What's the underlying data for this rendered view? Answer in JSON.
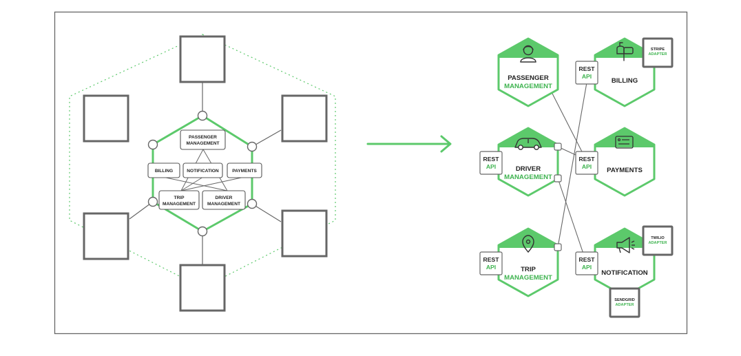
{
  "colors": {
    "accent": "#5cc96b",
    "accent_text": "#3db34e",
    "box_border": "#666666",
    "line": "#666666",
    "frame": "#666666"
  },
  "monolith": {
    "modules": [
      {
        "line1": "PASSENGER",
        "line2": "MANAGEMENT"
      },
      {
        "line1": "BILLING"
      },
      {
        "line1": "NOTIFICATION"
      },
      {
        "line1": "PAYMENTS"
      },
      {
        "line1": "TRIP",
        "line2": "MANAGEMENT"
      },
      {
        "line1": "DRIVER",
        "line2": "MANAGEMENT"
      }
    ]
  },
  "microservices": {
    "services": [
      {
        "name1": "PASSENGER",
        "name2": "MANAGEMENT",
        "icon": "person-icon"
      },
      {
        "name1": "BILLING",
        "name2": "",
        "icon": "mailbox-icon"
      },
      {
        "name1": "DRIVER",
        "name2": "MANAGEMENT",
        "icon": "car-icon"
      },
      {
        "name1": "PAYMENTS",
        "name2": "",
        "icon": "card-icon"
      },
      {
        "name1": "TRIP",
        "name2": "MANAGEMENT",
        "icon": "location-pin-icon"
      },
      {
        "name1": "NOTIFICATION",
        "name2": "",
        "icon": "megaphone-icon"
      }
    ],
    "rest_api": {
      "line1": "REST",
      "line2": "API"
    },
    "adapters": [
      {
        "name": "STRIPE",
        "sub": "ADAPTER"
      },
      {
        "name": "TWILIO",
        "sub": "ADAPTER"
      },
      {
        "name": "SENDGRID",
        "sub": "ADAPTER"
      }
    ]
  }
}
